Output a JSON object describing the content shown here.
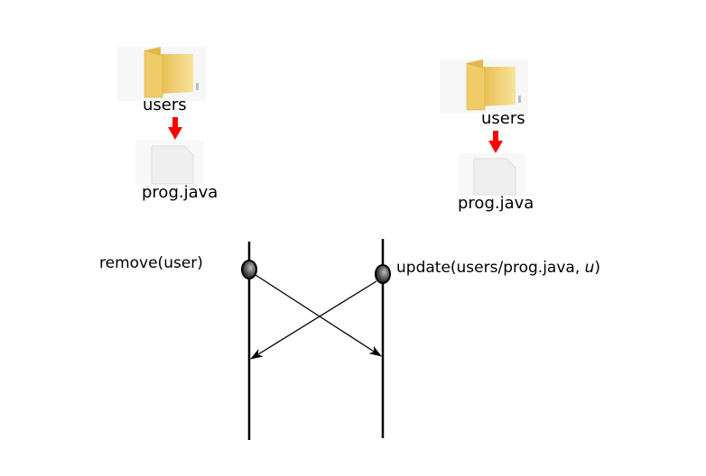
{
  "left_tree": {
    "folder": "users",
    "file": "prog.java"
  },
  "right_tree": {
    "folder": "users",
    "file": "prog.java"
  },
  "events": {
    "left": "remove(user)",
    "right_prefix": "update(users/prog.java, ",
    "right_arg": "u",
    "right_suffix": ")"
  },
  "colors": {
    "arrow_red": "#ff0000",
    "folder": "#f3d37a"
  }
}
